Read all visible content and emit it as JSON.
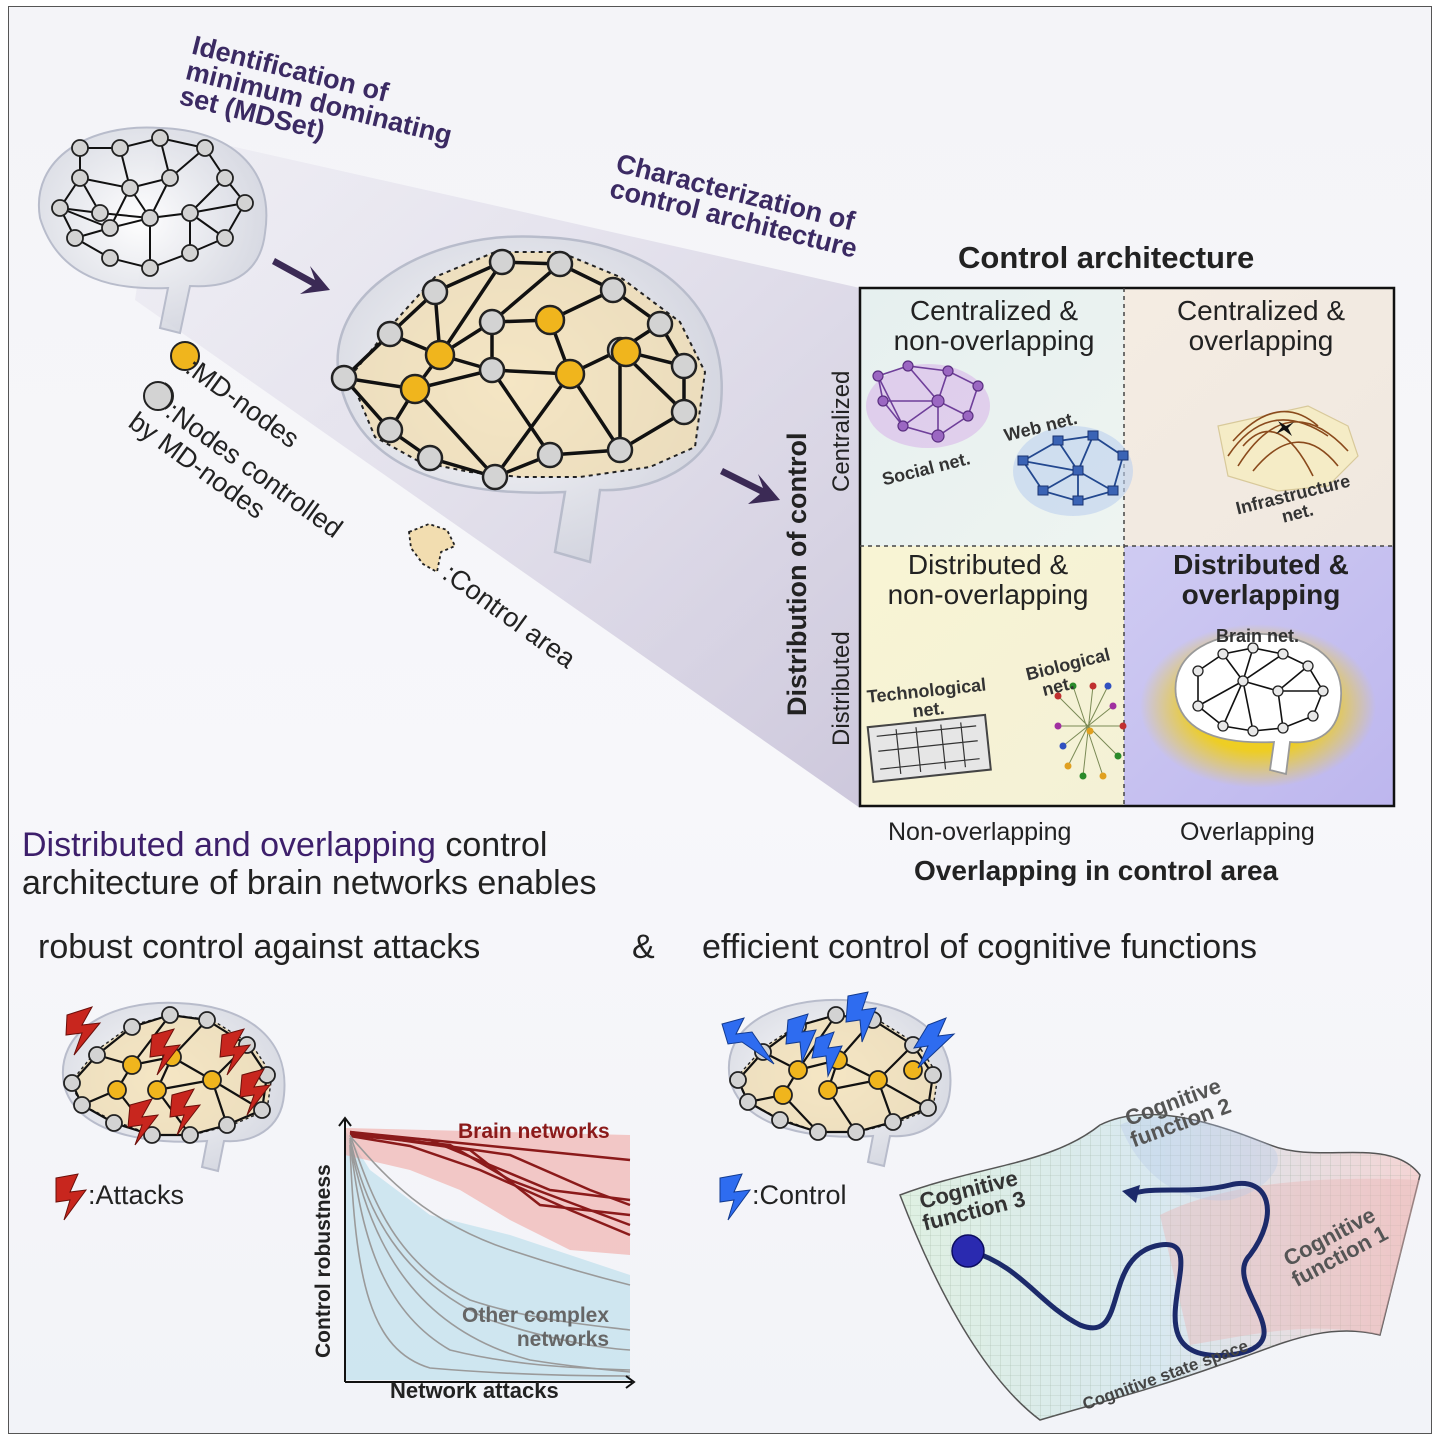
{
  "header": {
    "step1": "Identification of minimum dominating set (MDSet)",
    "step1_lines": [
      "Identification of",
      "minimum dominating",
      "set (MDSet)"
    ],
    "step2_lines": [
      "Characterization of",
      "control architecture"
    ]
  },
  "legend": {
    "md_nodes": ":MD-nodes",
    "controlled_line1": ":Nodes controlled",
    "controlled_line2": "by MD-nodes",
    "control_area": ":Control area"
  },
  "matrix": {
    "title": "Control architecture",
    "y_axis": "Distribution of control",
    "y_top": "Centralized",
    "y_bottom": "Distributed",
    "x_left": "Non-overlapping",
    "x_right": "Overlapping",
    "x_axis": "Overlapping in control area",
    "quadrants": {
      "tl": {
        "line1": "Centralized &",
        "line2": "non-overlapping",
        "net_a": "Social net.",
        "net_b": "Web net."
      },
      "tr": {
        "line1": "Centralized &",
        "line2": "overlapping",
        "net_a_line1": "Infrastructure",
        "net_a_line2": "net."
      },
      "bl": {
        "line1": "Distributed &",
        "line2": "non-overlapping",
        "net_a_line1": "Technological",
        "net_a_line2": "net.",
        "net_b_line1": "Biological",
        "net_b_line2": "net."
      },
      "br": {
        "line1": "Distributed &",
        "line2": "overlapping",
        "net_a": "Brain net."
      }
    }
  },
  "conclusion": {
    "highlight": "Distributed and overlapping",
    "rest_line1": " control",
    "line2": "architecture of brain networks enables",
    "left": "robust control against attacks",
    "amp": "&",
    "right": "efficient control of cognitive functions"
  },
  "bottom_left": {
    "legend": ":Attacks",
    "chart_ylabel": "Control robustness",
    "chart_xlabel": "Network attacks",
    "series_brain": "Brain networks",
    "series_other_line1": "Other complex",
    "series_other_line2": "networks"
  },
  "bottom_right": {
    "legend": ":Control",
    "f1_line1": "Cognitive",
    "f1_line2": "function 1",
    "f2_line1": "Cognitive",
    "f2_line2": "function 2",
    "f3_line1": "Cognitive",
    "f3_line2": "function 3",
    "space": "Cognitive state space"
  },
  "colors": {
    "md_node": "#f0b51d",
    "controlled_node": "#d3d3d3",
    "highlight_purple": "#3d1f6b",
    "brain_series": "#8b1a1a",
    "other_series": "#8c8c8c",
    "control_bolt": "#2e6cf0",
    "attack_bolt": "#c8261e"
  }
}
